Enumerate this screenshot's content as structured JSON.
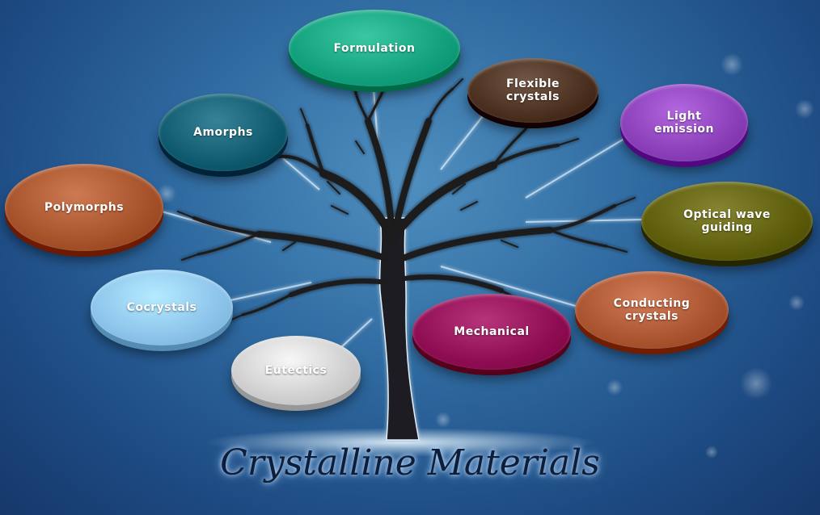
{
  "title": "Crystalline Materials",
  "nodes": [
    {
      "label": "Formulation",
      "color": "#12a07c"
    },
    {
      "label": "Flexible\ncrystals",
      "color": "#4a2f1e"
    },
    {
      "label": "Amorphs",
      "color": "#0f5a6e"
    },
    {
      "label": "Light\nemission",
      "color": "#8a3fb8"
    },
    {
      "label": "Polymorphs",
      "color": "#a5512a"
    },
    {
      "label": "Optical wave\nguiding",
      "color": "#5c5c0a"
    },
    {
      "label": "Cocrystals",
      "color": "#8cc3ea"
    },
    {
      "label": "Conducting\ncrystals",
      "color": "#a9532f"
    },
    {
      "label": "Mechanical",
      "color": "#8e0d52"
    },
    {
      "label": "Eutectics",
      "color": "#cfcfcf"
    }
  ]
}
